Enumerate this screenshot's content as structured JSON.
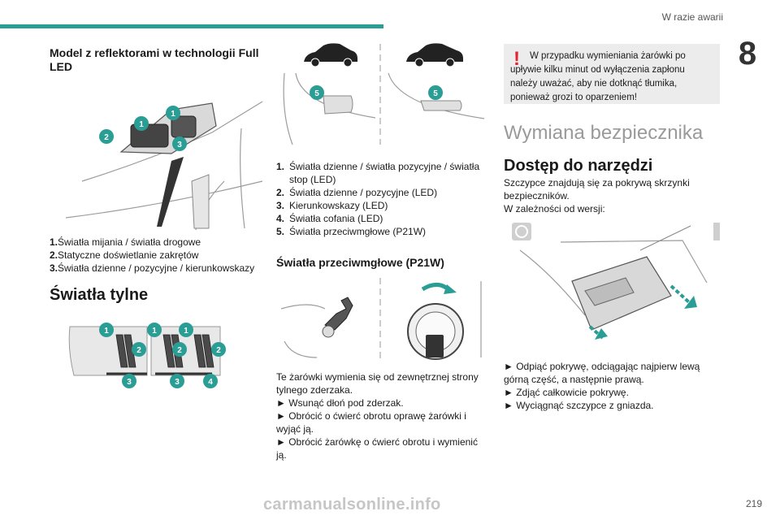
{
  "header": {
    "section_title": "W razie awarii",
    "chapter_number": "8"
  },
  "left_column": {
    "full_led_heading": "Model z reflektorami w technologii Full LED",
    "full_led_items": [
      {
        "num": "1.",
        "text": "Światła mijania / światła drogowe"
      },
      {
        "num": "2.",
        "text": "Statyczne doświetlanie zakrętów"
      },
      {
        "num": "3.",
        "text": "Światła dzienne / pozycyjne / kierunkowskazy"
      }
    ],
    "rear_lights_heading": "Światła tylne",
    "front_badges": [
      "1",
      "1",
      "2",
      "3"
    ],
    "rear_badges": [
      "1",
      "2",
      "3",
      "1",
      "1",
      "2",
      "2",
      "3",
      "4"
    ]
  },
  "middle_column": {
    "bumper_badges": [
      "5",
      "5"
    ],
    "rear_items": [
      {
        "num": "1.",
        "text": "Światła dzienne / światła pozycyjne / światła stop (LED)"
      },
      {
        "num": "2.",
        "text": "Światła dzienne / pozycyjne (LED)"
      },
      {
        "num": "3.",
        "text": "Kierunkowskazy (LED)"
      },
      {
        "num": "4.",
        "text": "Światła cofania (LED)"
      },
      {
        "num": "5.",
        "text": "Światła przeciwmgłowe (P21W)"
      }
    ],
    "fog_heading": "Światła przeciwmgłowe (P21W)",
    "fog_text_1": "Te żarówki wymienia się od zewnętrznej strony tylnego zderzaka.",
    "fog_step_1": "► Wsunąć dłoń pod zderzak.",
    "fog_step_2": "► Obrócić o ćwierć obrotu oprawę żarówki i wyjąć ją.",
    "fog_step_3": "► Obrócić żarówkę o ćwierć obrotu i wymienić ją."
  },
  "right_column": {
    "warning_mark": "!",
    "warning_text": "W przypadku wymieniania żarówki po upływie kilku minut od wyłączenia zapłonu należy uważać, aby nie dotknąć tłumika, ponieważ grozi to oparzeniem!",
    "fuse_heading": "Wymiana bezpiecznika",
    "tools_heading": "Dostęp do narzędzi",
    "tools_text_1": "Szczypce znajdują się za pokrywą skrzynki bezpieczników.",
    "tools_text_2": "W zależności od wersji:",
    "tools_step_1": "► Odpiąć pokrywę, odciągając najpierw lewą górną część, a następnie prawą.",
    "tools_step_2": "► Zdjąć całkowicie pokrywę.",
    "tools_step_3": "► Wyciągnąć szczypce z gniazda."
  },
  "footer": {
    "page_number": "219",
    "watermark": "carmanualsonline.info"
  },
  "colors": {
    "accent": "#2a9d95",
    "warning": "#e3232f",
    "warning_bg": "#ececec"
  }
}
